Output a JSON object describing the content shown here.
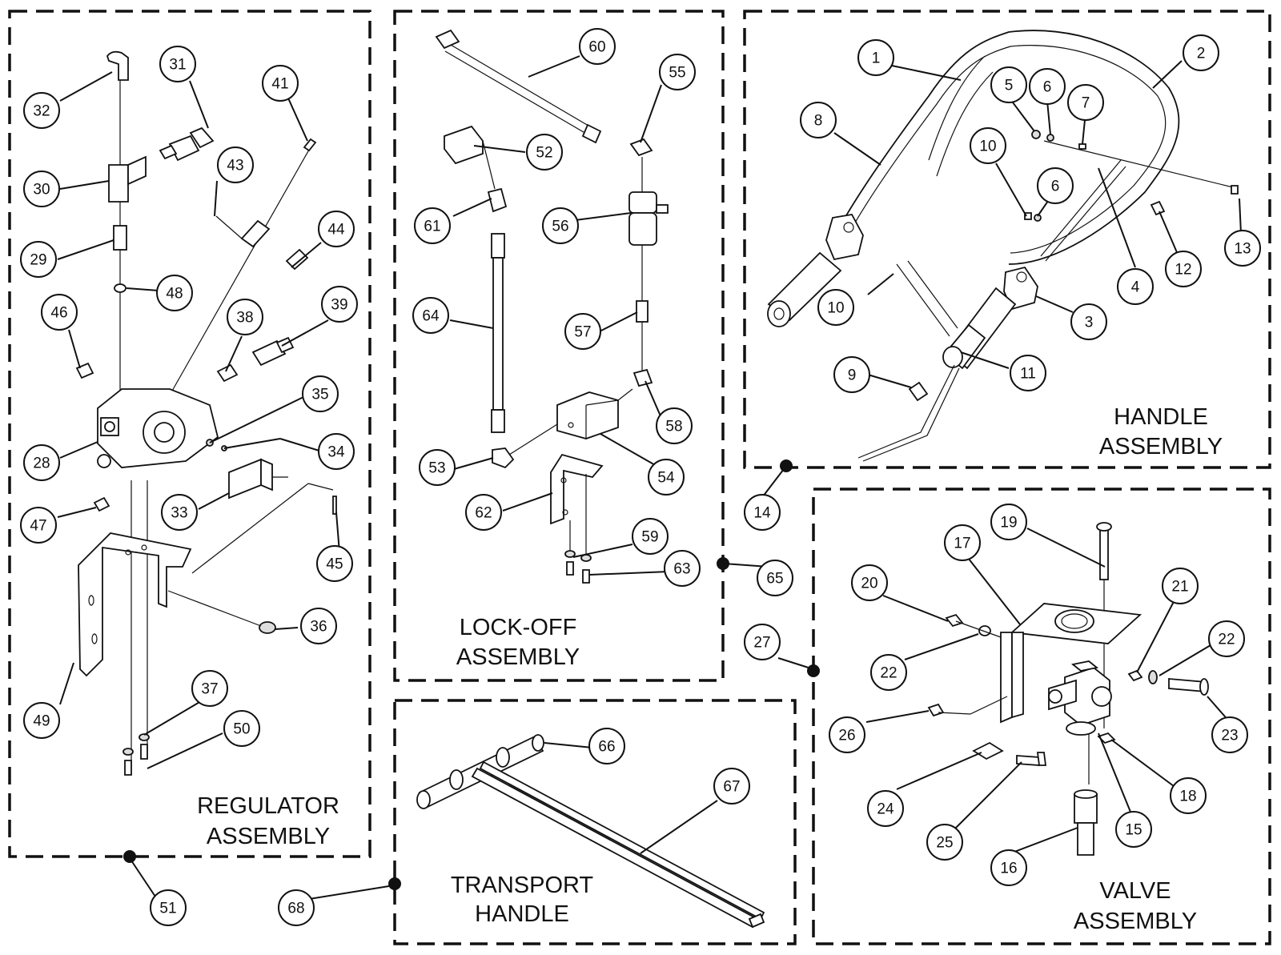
{
  "sections": {
    "regulator": {
      "line1": "REGULATOR",
      "line2": "ASSEMBLY"
    },
    "lockoff": {
      "line1": "LOCK-OFF",
      "line2": "ASSEMBLY"
    },
    "handle": {
      "line1": "HANDLE",
      "line2": "ASSEMBLY"
    },
    "valve": {
      "line1": "VALVE",
      "line2": "ASSEMBLY"
    },
    "transport": {
      "line1": "TRANSPORT",
      "line2": "HANDLE"
    }
  },
  "balloons": [
    "1",
    "2",
    "3",
    "4",
    "5",
    "6",
    "6",
    "7",
    "8",
    "9",
    "10",
    "10",
    "11",
    "12",
    "13",
    "14",
    "15",
    "16",
    "17",
    "18",
    "19",
    "20",
    "21",
    "22",
    "22",
    "23",
    "24",
    "25",
    "26",
    "27",
    "28",
    "29",
    "30",
    "31",
    "32",
    "33",
    "34",
    "35",
    "36",
    "37",
    "38",
    "39",
    "41",
    "43",
    "44",
    "45",
    "46",
    "47",
    "48",
    "49",
    "50",
    "51",
    "52",
    "53",
    "54",
    "55",
    "56",
    "57",
    "58",
    "59",
    "60",
    "61",
    "62",
    "63",
    "64",
    "65",
    "66",
    "67",
    "68"
  ]
}
